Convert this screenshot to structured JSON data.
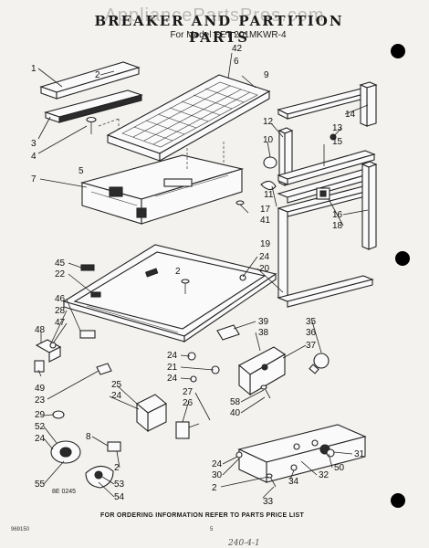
{
  "header": {
    "watermark": "AppliancePartsPros.com",
    "title": "BREAKER AND PARTITION PARTS",
    "model": "For Model EET 201MKWR-4"
  },
  "footer": {
    "ordering_note": "FOR ORDERING INFORMATION REFER TO PARTS PRICE LIST",
    "doc_code": "969150",
    "page_number": "5",
    "handwritten": "240-4-1",
    "figure_code": "8E 0245"
  },
  "callouts": [
    "42",
    "6",
    "9",
    "1",
    "2",
    "14",
    "12",
    "13",
    "10",
    "15",
    "3",
    "4",
    "7",
    "5",
    "11",
    "16",
    "18",
    "17",
    "41",
    "19",
    "45",
    "22",
    "24",
    "20",
    "46",
    "28",
    "47",
    "48",
    "39",
    "38",
    "35",
    "36",
    "37",
    "24",
    "21",
    "24",
    "49",
    "23",
    "25",
    "24",
    "27",
    "26",
    "58",
    "40",
    "29",
    "52",
    "8",
    "24",
    "55",
    "2",
    "53",
    "54",
    "31",
    "50",
    "32",
    "24",
    "30",
    "34",
    "2",
    "33"
  ],
  "colors": {
    "ink": "#222222",
    "paper": "#f4f2ee",
    "hole_punch": "#000000"
  }
}
